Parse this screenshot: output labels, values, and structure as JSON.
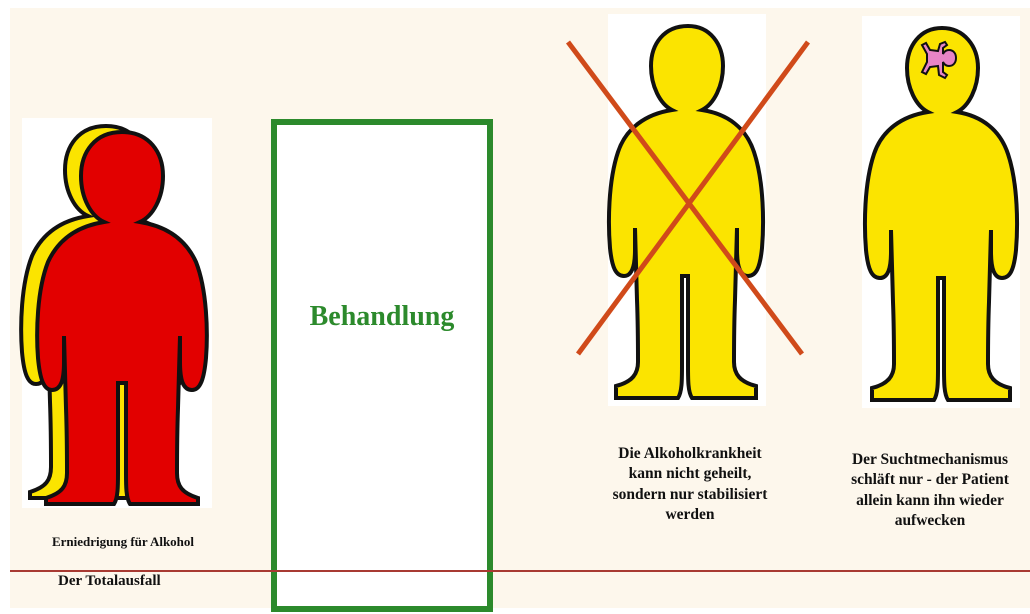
{
  "colors": {
    "background": "#fdf7ec",
    "baseline": "#a83a32",
    "figure_yellow": "#fbe400",
    "figure_red": "#e20000",
    "outline": "#111111",
    "cross": "#d04a1a",
    "box_border": "#2c8a2c",
    "small_figure": "#e884c6"
  },
  "stages": [
    {
      "figure": "red-person-with-yellow-shadow",
      "captions": [
        "Erniedrigung für Alkohol",
        "Der Totalausfall"
      ]
    },
    {
      "box_label": "Behandlung"
    },
    {
      "figure": "yellow-person-crossed-out",
      "caption_lines": [
        "Die Alkoholkrankheit",
        "kann nicht geheilt,",
        "sondern nur stabilisiert",
        "werden"
      ]
    },
    {
      "figure": "yellow-person-with-sleeping-small-figure-in-head",
      "caption_lines": [
        "Der Suchtmechanismus",
        "schläft nur - der Patient",
        "allein kann ihn wieder",
        "aufwecken"
      ]
    }
  ]
}
